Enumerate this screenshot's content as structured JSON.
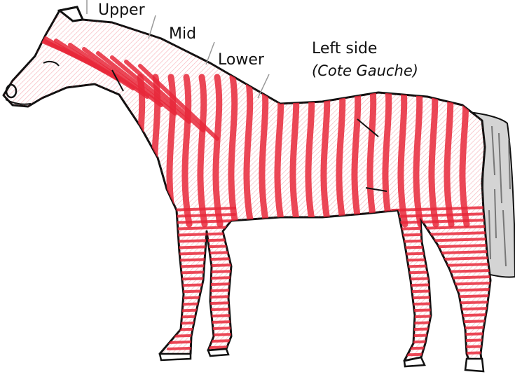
{
  "labels": {
    "upper": "Upper",
    "mid": "Mid",
    "lower": "Lower",
    "side_title": "Left side",
    "side_subtitle": "(Cote Gauche)"
  },
  "colors": {
    "outline": "#111111",
    "stripe": "#e8283a",
    "tail": "#cfcfcf",
    "background": "#ffffff"
  },
  "icons": {
    "subject": "horse-silhouette-left-side-with-red-zebra-stripe-markings"
  }
}
